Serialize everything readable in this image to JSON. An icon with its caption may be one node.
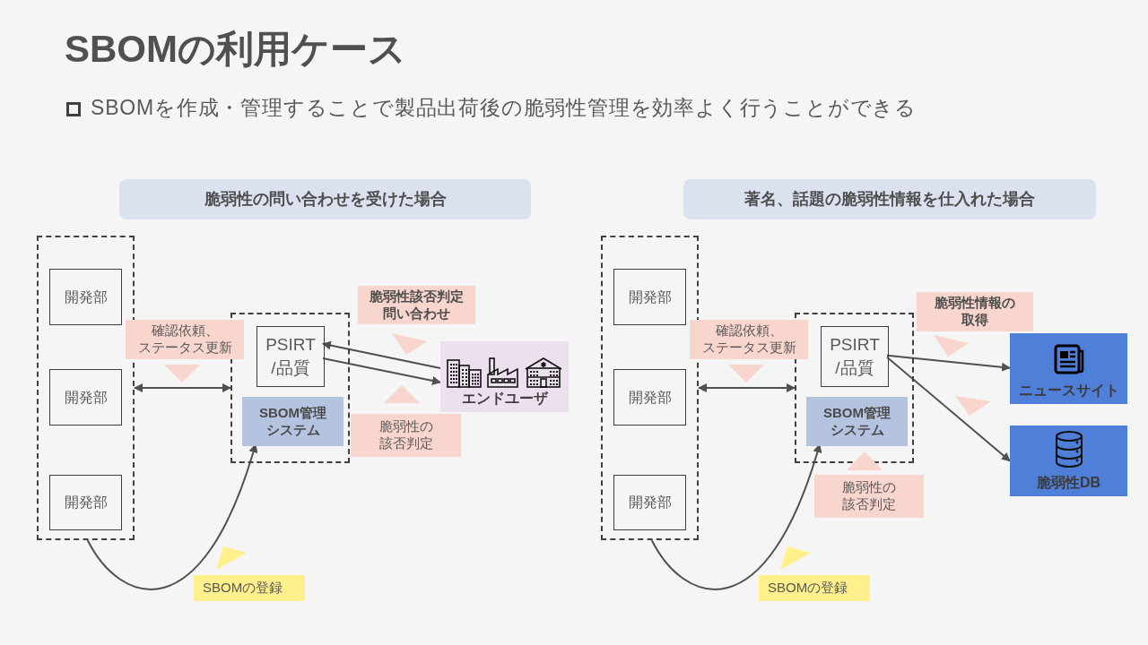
{
  "diagram": {
    "title": "SBOMの利用ケース",
    "nodes": [
      {
        "text": [
          "脆弱性の問い合わせを受けた場合"
        ]
      },
      {
        "text": [],
        "shape": "box"
      },
      {
        "text": [
          "開発部"
        ],
        "in": 1
      },
      {
        "text": [
          "開発部"
        ],
        "in": 1
      },
      {
        "text": [
          "開発部"
        ],
        "in": 1
      },
      {
        "text": [],
        "shape": "box"
      },
      {
        "text": [
          "PSIRT /品質"
        ],
        "in": 5
      },
      {
        "text": [
          "SBOM管理システム"
        ],
        "in": 5
      },
      {
        "text": [
          "確認依頼、ステータス更新"
        ]
      },
      {
        "text": [
          "脆弱性該否判定問い合わせ"
        ]
      },
      {
        "text": [
          "エンドユーザ"
        ]
      },
      {
        "text": [
          "脆弱性の該否判定"
        ]
      },
      {
        "text": [
          "SBOMの登録"
        ]
      },
      {
        "text": [
          "著名、話題の脆弱性情報を仕入れた場合"
        ]
      },
      {
        "text": [],
        "shape": "box"
      },
      {
        "text": [
          "開発部"
        ],
        "in": 14
      },
      {
        "text": [
          "開発部"
        ],
        "in": 14
      },
      {
        "text": [
          "開発部"
        ],
        "in": 14
      },
      {
        "text": [],
        "shape": "box"
      },
      {
        "text": [
          "PSIRT /品質"
        ],
        "in": 18
      },
      {
        "text": [
          "SBOM管理システム"
        ],
        "in": 18
      },
      {
        "text": [
          "確認依頼、ステータス更新"
        ]
      },
      {
        "text": [
          "脆弱性情報の取得"
        ]
      },
      {
        "text": [
          "ニュースサイト"
        ]
      },
      {
        "text": [
          "脆弱性DB"
        ]
      },
      {
        "text": [
          "脆弱性の該否判定"
        ]
      },
      {
        "text": [
          "SBOMの登録"
        ]
      }
    ],
    "edges": [
      {
        "from": 1,
        "to": 5,
        "arrow": "both"
      },
      {
        "from": 10,
        "to": 6,
        "arrow": "to"
      },
      {
        "from": 6,
        "to": 10,
        "arrow": "to"
      },
      {
        "from": 1,
        "to": 7,
        "arrow": "to"
      },
      {
        "from": 14,
        "to": 18,
        "arrow": "both"
      },
      {
        "from": 19,
        "to": 23,
        "arrow": "to"
      },
      {
        "from": 19,
        "to": 24,
        "arrow": "to"
      },
      {
        "from": 14,
        "to": 20,
        "arrow": "to"
      }
    ],
    "labels": [
      "SBOMを作成・管理することで製品出荷後の脆弱性管理を効率よく行うことができる"
    ]
  }
}
